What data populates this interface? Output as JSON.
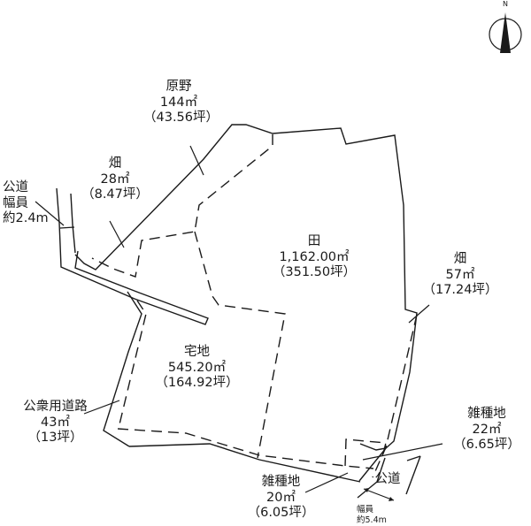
{
  "compass": {
    "label": "N",
    "icon": "north-arrow-icon"
  },
  "parcels": [
    {
      "id": "genya",
      "type": "原野",
      "area": "144",
      "unit": "㎡",
      "tsubo": "（43.56坪）"
    },
    {
      "id": "hatake-west",
      "type": "畑",
      "area": "28",
      "unit": "㎡",
      "tsubo": "（8.47坪）"
    },
    {
      "id": "ta",
      "type": "田",
      "area": "1,162.00",
      "unit": "㎡",
      "tsubo": "（351.50坪）"
    },
    {
      "id": "hatake-east",
      "type": "畑",
      "area": "57",
      "unit": "㎡",
      "tsubo": "（17.24坪）"
    },
    {
      "id": "takuchi",
      "type": "宅地",
      "area": "545.20",
      "unit": "㎡",
      "tsubo": "（164.92坪）"
    },
    {
      "id": "kohshu-road",
      "type": "公衆用道路",
      "area": "43",
      "unit": "㎡",
      "tsubo": "（13坪）"
    },
    {
      "id": "zasshuchi-east",
      "type": "雑種地",
      "area": "22",
      "unit": "㎡",
      "tsubo": "（6.65坪）"
    },
    {
      "id": "zasshuchi-south",
      "type": "雑種地",
      "area": "20",
      "unit": "㎡",
      "tsubo": "（6.05坪）"
    }
  ],
  "roads": [
    {
      "id": "public-road-west",
      "name": "公道",
      "width_label": "幅員",
      "width_value": "約2.4m"
    },
    {
      "id": "public-road-south",
      "name": "公道",
      "width_label": "幅員",
      "width_value": "約5.4m"
    }
  ]
}
